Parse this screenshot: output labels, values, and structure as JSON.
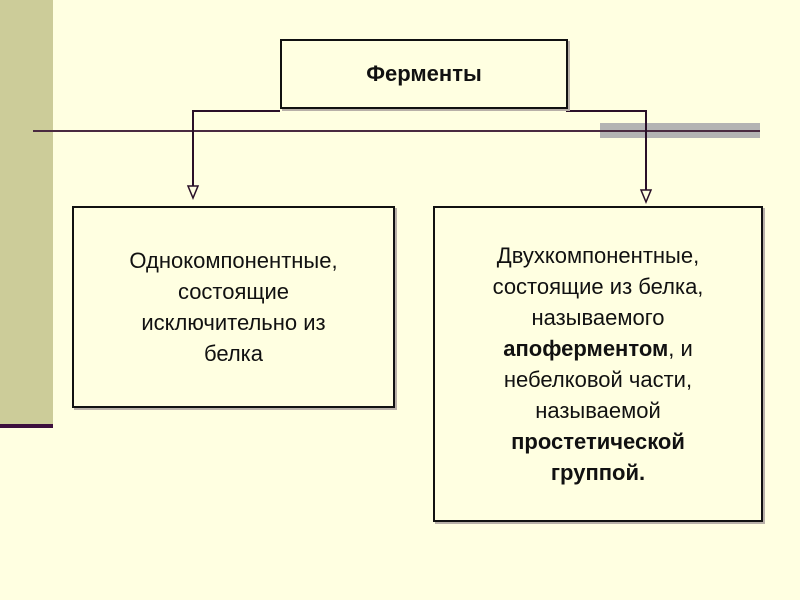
{
  "title": "Ферменты",
  "left_box": {
    "lines": [
      "Однокомпонентные,",
      "состоящие",
      "исключительно из",
      "белка"
    ]
  },
  "right_box": {
    "line1": "Двухкомпонентные,",
    "line2": "состоящие из белка,",
    "line3": "называемого",
    "line4_bold": "апоферментом",
    "line4_rest": ", и",
    "line5": "небелковой части,",
    "line6": "называемой",
    "line7_bold": "простетической",
    "line8_bold": "группой."
  },
  "colors": {
    "background": "#ffffe1",
    "sidebar": "#cccc99",
    "line": "#3d0f3d"
  }
}
